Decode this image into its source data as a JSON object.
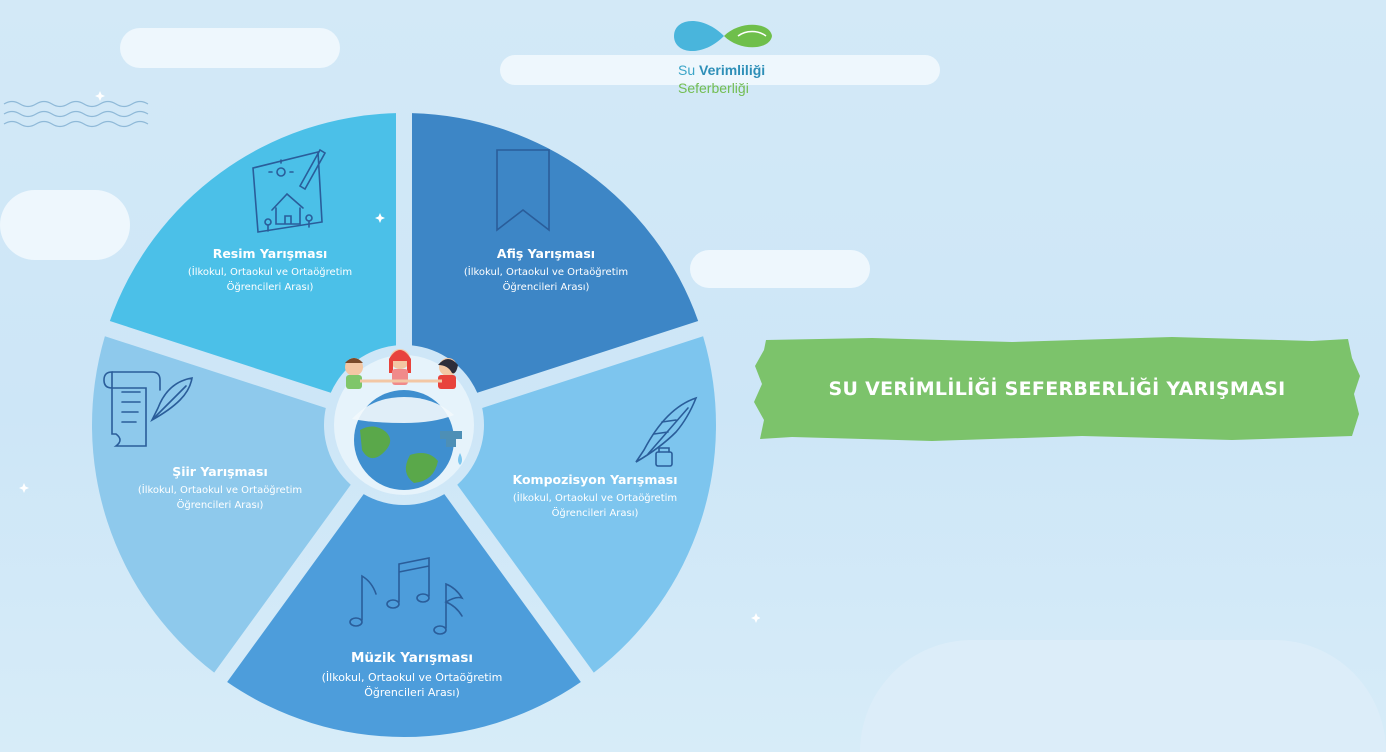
{
  "logo": {
    "line1_a": "Su ",
    "line1_b": "Verimliliği",
    "line2": "Seferberliği"
  },
  "banner": {
    "title": "SU VERİMLİLİĞİ SEFERBERLİĞİ YARIŞMASI",
    "color": "#7cc36b"
  },
  "segments": [
    {
      "id": "resim",
      "title": "Resim Yarışması",
      "sub1": "(İlkokul, Ortaokul ve Ortaöğretim",
      "sub2": "Öğrencileri Arası)",
      "color": "#4bc0e8",
      "icon": "drawing-icon"
    },
    {
      "id": "afis",
      "title": "Afiş Yarışması",
      "sub1": "(İlkokul, Ortaokul ve Ortaöğretim",
      "sub2": "Öğrencileri Arası)",
      "color": "#3d86c6",
      "icon": "bookmark-icon"
    },
    {
      "id": "kompozisyon",
      "title": "Kompozisyon Yarışması",
      "sub1": "(İlkokul, Ortaokul ve Ortaöğretim",
      "sub2": "Öğrencileri Arası)",
      "color": "#7dc5ee",
      "icon": "quill-ink-icon"
    },
    {
      "id": "muzik",
      "title": "Müzik Yarışması",
      "sub1": "(İlkokul, Ortaokul ve Ortaöğretim",
      "sub2": "Öğrencileri Arası)",
      "color": "#4d9ddb",
      "icon": "music-notes-icon"
    },
    {
      "id": "siir",
      "title": "Şiir Yarışması",
      "sub1": "(İlkokul, Ortaokul ve Ortaöğretim",
      "sub2": "Öğrencileri Arası)",
      "color": "#8ec9ec",
      "icon": "scroll-quill-icon"
    }
  ]
}
